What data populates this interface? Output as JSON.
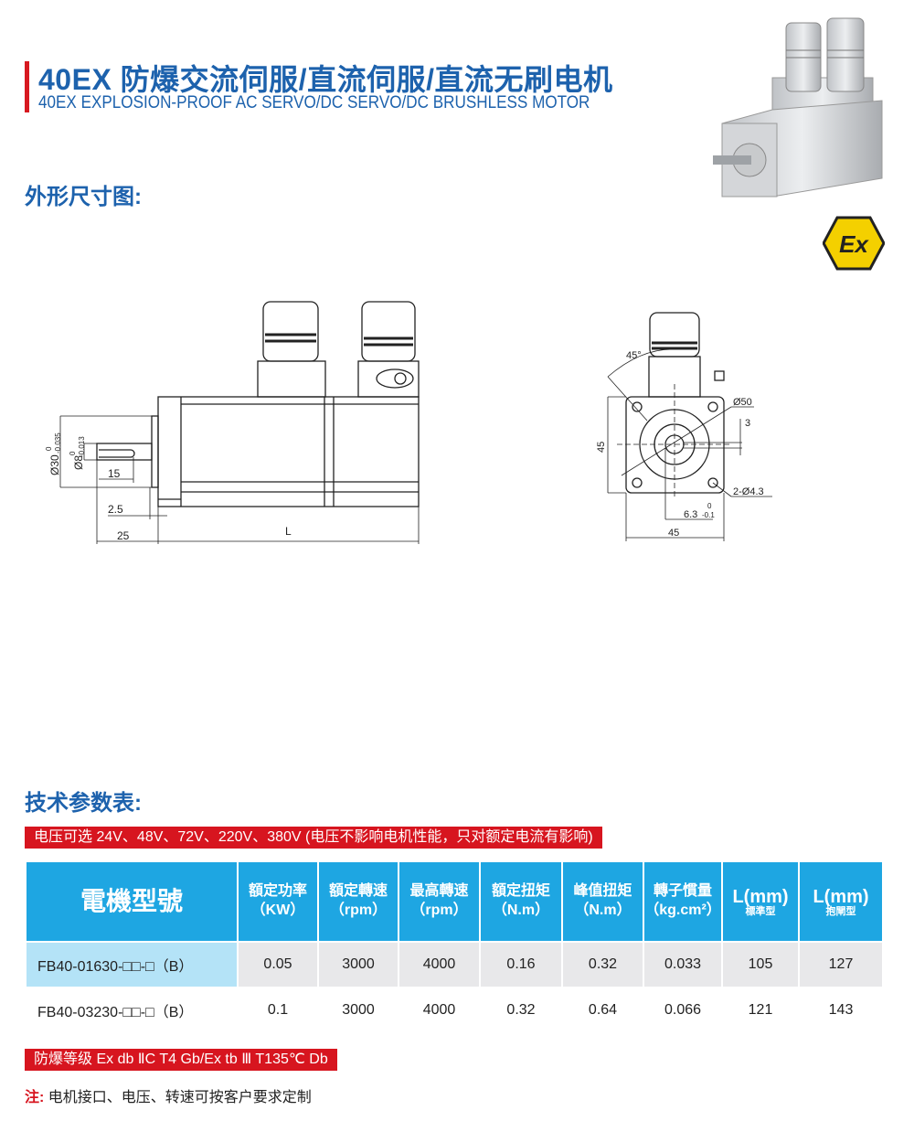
{
  "header": {
    "title_cn": "40EX 防爆交流伺服/直流伺服/直流无刷电机",
    "title_en": "40EX EXPLOSION-PROOF AC SERVO/DC SERVO/DC BRUSHLESS MOTOR",
    "ex_logo": "Ex",
    "accent_color": "#d71920",
    "title_color": "#1d62ad"
  },
  "dimensions": {
    "section_title": "外形尺寸图:",
    "side_view": {
      "shaft_dia": "Ø30",
      "shaft_dia_tol_upper": "0",
      "shaft_dia_tol_lower": "-0.035",
      "key_dia": "Ø8",
      "key_dia_tol_upper": "0",
      "key_dia_tol_lower": "-0.013",
      "key_len": "15",
      "step": "2.5",
      "shaft_len": "25",
      "length": "L"
    },
    "front_view": {
      "angle": "45°",
      "flange_dia": "Ø50",
      "key_width": "3",
      "height": "45",
      "holes": "2-Ø4.3",
      "flat": "6.3",
      "flat_tol_upper": "0",
      "flat_tol_lower": "-0.1",
      "width": "45"
    }
  },
  "specs": {
    "section_title": "技术参数表:",
    "voltage_bar": "电压可选  24V、48V、72V、220V、380V (电压不影响电机性能，只对额定电流有影响)",
    "columns": [
      {
        "label": "電機型號"
      },
      {
        "label": "額定功率",
        "unit": "（KW）"
      },
      {
        "label": "額定轉速",
        "unit": "（rpm）"
      },
      {
        "label": "最高轉速",
        "unit": "（rpm）"
      },
      {
        "label": "額定扭矩",
        "unit": "（N.m）"
      },
      {
        "label": "峰值扭矩",
        "unit": "（N.m）"
      },
      {
        "label": "轉子慣量",
        "unit": "（kg.cm²）"
      },
      {
        "label": "L(mm)",
        "unit": "標準型"
      },
      {
        "label": "L(mm)",
        "unit": "抱閘型"
      }
    ],
    "rows": [
      [
        "FB40-01630-□□-□（B）",
        "0.05",
        "3000",
        "4000",
        "0.16",
        "0.32",
        "0.033",
        "105",
        "127"
      ],
      [
        "FB40-03230-□□-□（B）",
        "0.1",
        "3000",
        "4000",
        "0.32",
        "0.64",
        "0.066",
        "121",
        "143"
      ]
    ],
    "rating_bar": "防爆等级  Ex db ⅡC T4 Gb/Ex tb Ⅲ T135℃ Db",
    "note_label": "注:",
    "note_text": "电机接口、电压、转速可按客户要求定制",
    "header_color": "#1ea6e2",
    "bar_color": "#d7151f"
  }
}
